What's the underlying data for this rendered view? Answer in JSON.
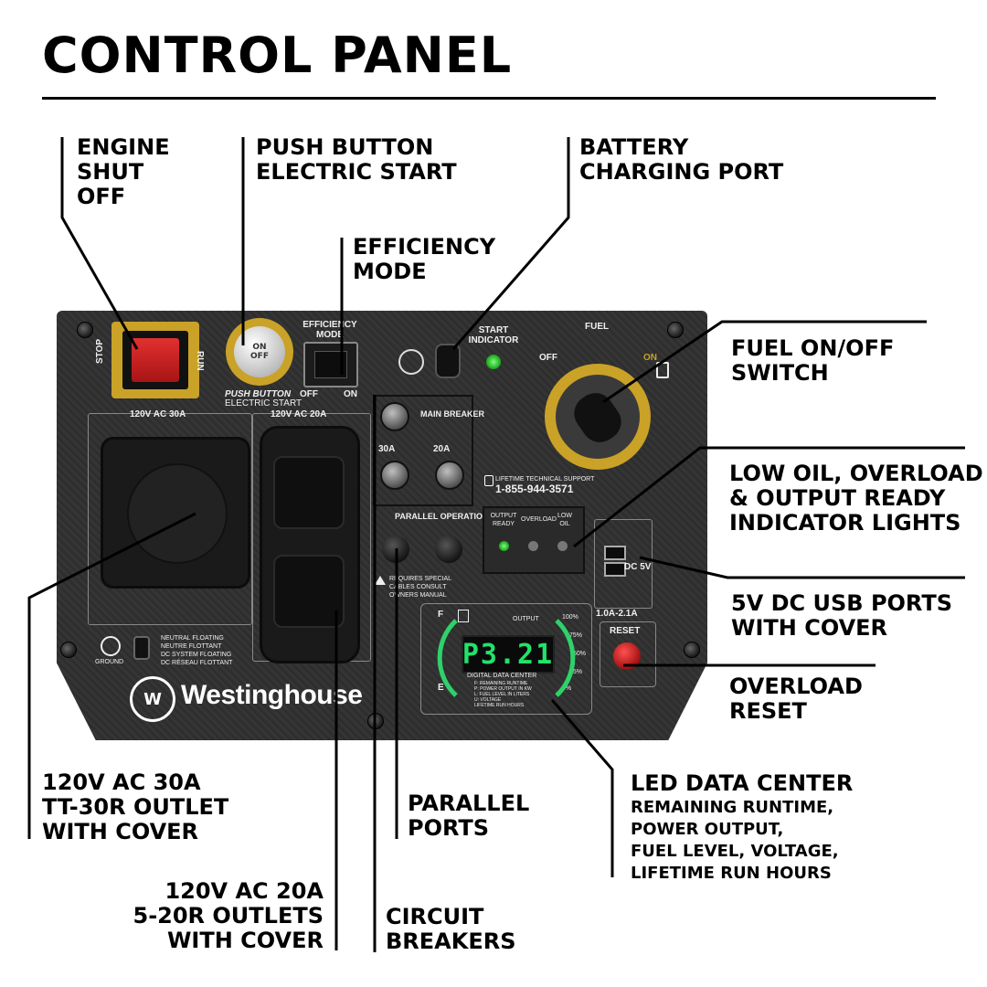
{
  "title": "CONTROL PANEL",
  "callouts": {
    "engine_shutoff": [
      "ENGINE",
      "SHUT",
      "OFF"
    ],
    "push_button": [
      "PUSH BUTTON",
      "ELECTRIC START"
    ],
    "battery_port": [
      "BATTERY",
      "CHARGING PORT"
    ],
    "efficiency_mode": [
      "EFFICIENCY",
      "MODE"
    ],
    "fuel_switch": [
      "FUEL ON/OFF",
      "SWITCH"
    ],
    "indicator_lights": [
      "LOW OIL, OVERLOAD",
      "& OUTPUT READY",
      "INDICATOR LIGHTS"
    ],
    "usb_ports": [
      "5V DC USB PORTS",
      "WITH COVER"
    ],
    "overload_reset": [
      "OVERLOAD",
      "RESET"
    ],
    "led_data_center": [
      "LED DATA CENTER",
      "REMAINING RUNTIME,",
      "POWER OUTPUT,",
      "FUEL LEVEL, VOLTAGE,",
      "LIFETIME RUN HOURS"
    ],
    "outlet_30a": [
      "120V AC 30A",
      "TT-30R OUTLET",
      "WITH COVER"
    ],
    "outlet_20a": [
      "120V AC 20A",
      "5-20R OUTLETS",
      "WITH COVER"
    ],
    "parallel_ports": [
      "PARALLEL",
      "PORTS"
    ],
    "circuit_breakers": [
      "CIRCUIT",
      "BREAKERS"
    ]
  },
  "panel": {
    "stop_label": "STOP",
    "run_label": "RUN",
    "push_on": "ON",
    "push_off": "OFF",
    "push_button_label": "PUSH BUTTON",
    "electric_start_label": "ELECTRIC START",
    "efficiency_label": "EFFICIENCY MODE",
    "eff_off": "OFF",
    "eff_on": "ON",
    "start_indicator": "START INDICATOR",
    "fuel_label": "FUEL",
    "fuel_off": "OFF",
    "fuel_on": "ON",
    "outlet_30a_label": "120V AC 30A",
    "outlet_20a_label": "120V AC 20A",
    "main_breaker": "MAIN BREAKER",
    "breaker_30a": "30A",
    "breaker_20a": "20A",
    "support_label": "LIFETIME TECHNICAL SUPPORT",
    "support_phone": "1-855-944-3571",
    "parallel_label": "PARALLEL OPERATION OUTLETS",
    "parallel_warning": "REQUIRES SPECIAL CABLES CONSULT OWNERS MANUAL",
    "output_ready": "OUTPUT READY",
    "overload": "OVERLOAD",
    "low_oil": "LOW OIL",
    "dc_5v": "DC 5V",
    "usb_current": "1.0A-2.1A",
    "reset_label": "RESET",
    "lcd_value": "P3.21",
    "data_center_label": "DIGITAL DATA CENTER",
    "data_center_legend": [
      "F: REMAINING RUNTIME",
      "P: POWER OUTPUT IN KW",
      "L: FUEL LEVEL IN LITERS",
      "U: VOLTAGE",
      "LIFETIME RUN HOURS"
    ],
    "output_label": "OUTPUT",
    "scale": [
      "100%",
      "75%",
      "50%",
      "25%",
      "0%"
    ],
    "scale_f": "F",
    "scale_e": "E",
    "ground_label": "GROUND",
    "neutral_note": [
      "NEUTRAL FLOATING",
      "NEUTRE FLOTTANT",
      "DC SYSTEM FLOATING",
      "DC RÉSEAU FLOTTANT"
    ],
    "brand": "Westinghouse"
  },
  "colors": {
    "panel": "#333333",
    "accent_yellow": "#c9a227",
    "switch_red": "#d42222",
    "led_green": "#22e26a"
  },
  "icons": {
    "battery": "battery-icon",
    "fuel_pump": "fuel-pump-icon",
    "ground": "ground-icon",
    "warning": "warning-icon",
    "phone": "phone-icon",
    "logo": "westinghouse-logo"
  }
}
